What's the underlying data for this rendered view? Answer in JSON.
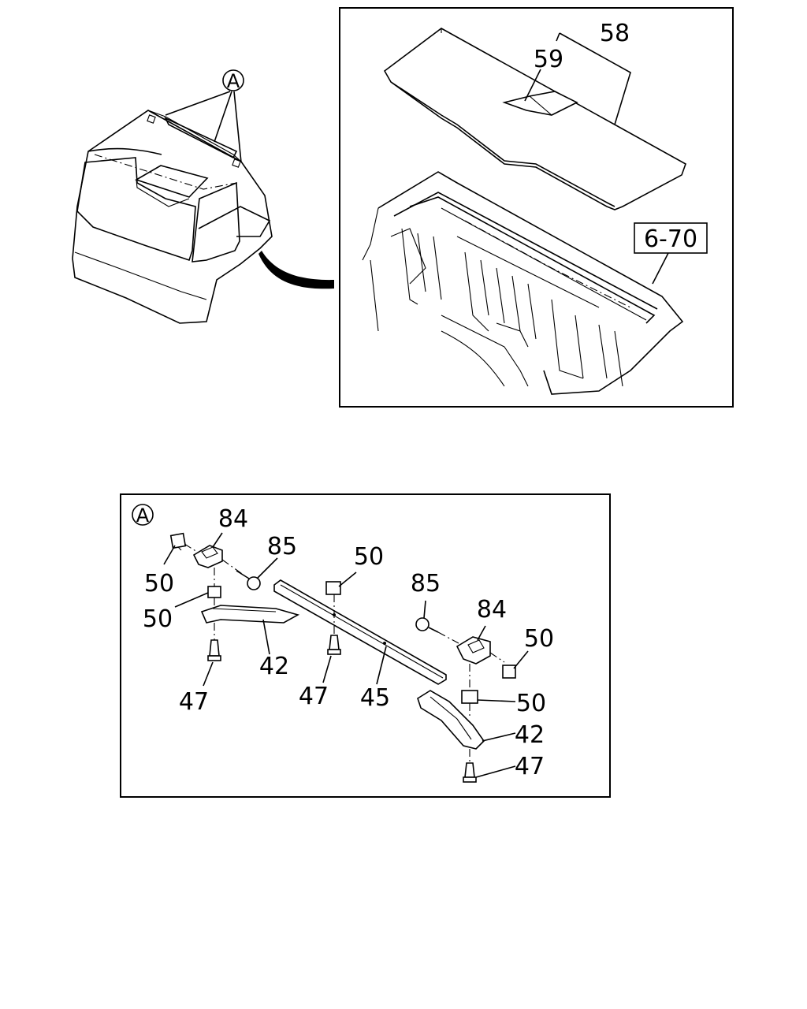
{
  "callouts": {
    "detail_marker": "A",
    "detail_box_marker": "A",
    "ref_box": "6-70"
  },
  "top_labels": {
    "l58": "58",
    "l59": "59"
  },
  "detail_labels": {
    "l84a": "84",
    "l85a": "85",
    "l50a": "50",
    "l50b": "50",
    "l42a": "42",
    "l47a": "47",
    "l50c": "50",
    "l47b": "47",
    "l45": "45",
    "l85b": "85",
    "l84b": "84",
    "l50d": "50",
    "l50e": "50",
    "l42b": "42",
    "l47c": "47"
  }
}
